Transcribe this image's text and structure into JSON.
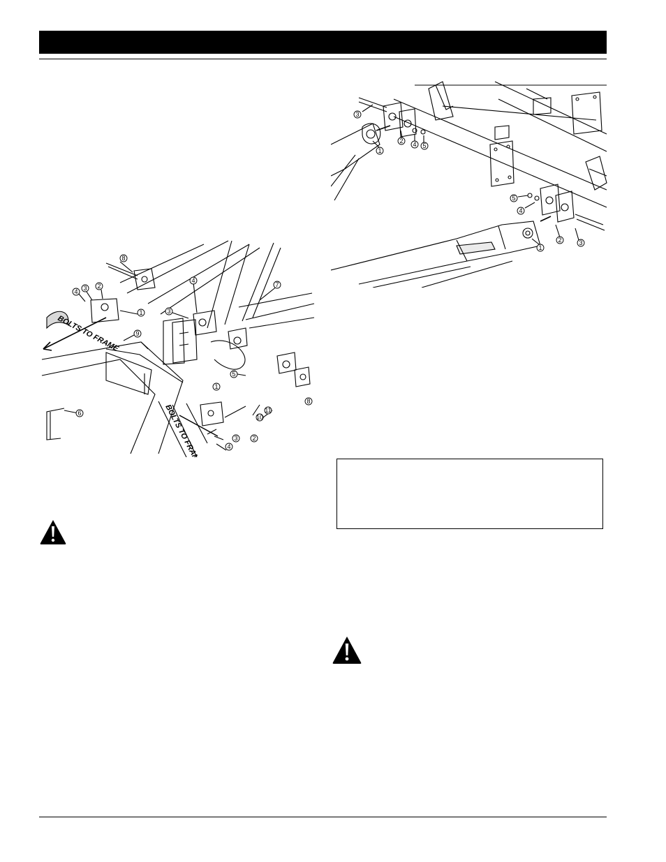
{
  "page": {
    "header_bar_color": "#000000",
    "rule_color": "#000000"
  },
  "figure_left": {
    "arrow_label_top": "BOLTS TO FRAME",
    "arrow_label_bottom": "BOLTS TO FRAME",
    "callouts": [
      "1",
      "2",
      "3",
      "4",
      "5",
      "6",
      "7",
      "8",
      "9",
      "10",
      "11"
    ]
  },
  "figure_right": {
    "callouts": [
      "1",
      "2",
      "3",
      "4",
      "5"
    ]
  },
  "warnings": [
    {
      "icon": "warning-triangle-icon",
      "symbol": "!"
    },
    {
      "icon": "warning-triangle-icon",
      "symbol": "!"
    }
  ],
  "note_box": {
    "text": ""
  }
}
